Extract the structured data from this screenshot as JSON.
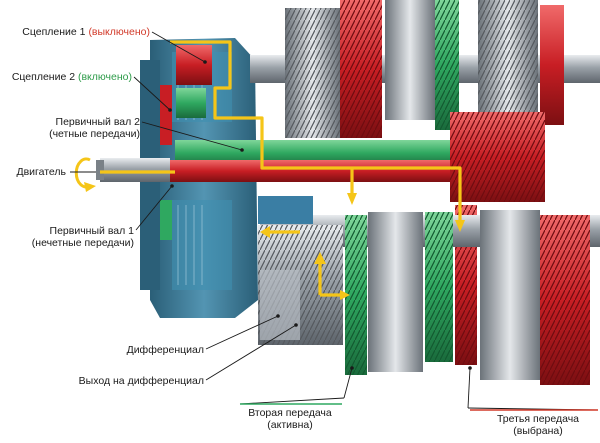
{
  "labels": {
    "clutch1": {
      "name": "Сцепление 1",
      "state": "(выключено)"
    },
    "clutch2": {
      "name": "Сцепление 2",
      "state": "(включено)"
    },
    "shaft2": {
      "line1": "Первичный вал 2",
      "line2": "(четные передачи)"
    },
    "engine": "Двигатель",
    "shaft1": {
      "line1": "Первичный вал 1",
      "line2": "(нечетные передачи)"
    },
    "differential": "Дифференциал",
    "diff_output": "Выход на дифференциал",
    "second_gear": {
      "line1": "Вторая передача",
      "line2": "(активна)"
    },
    "third_gear": {
      "line1": "Третья передача",
      "line2": "(выбрана)"
    }
  },
  "colors": {
    "clutch1_accent": "#d23a2a",
    "clutch2_accent": "#2e9c4a",
    "power_flow": "#f5c518",
    "housing": "#2f6f8f",
    "even_shaft": "#2fa860",
    "odd_shaft": "#d8232a"
  }
}
